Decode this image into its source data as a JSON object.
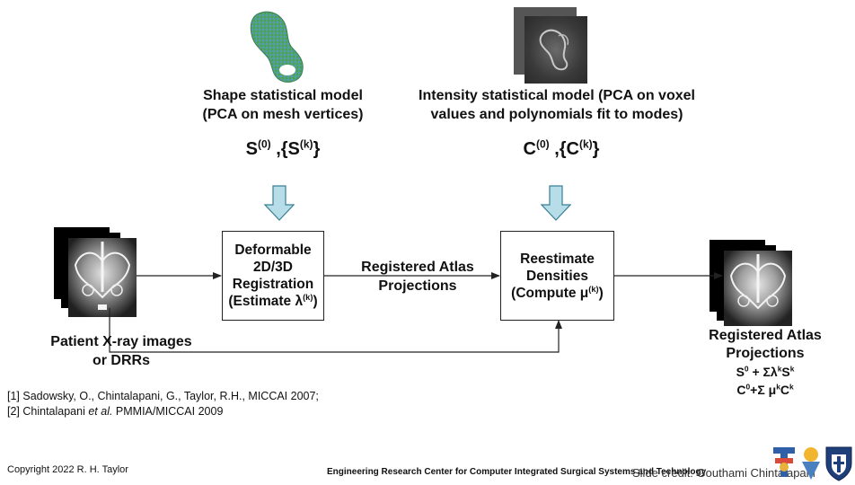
{
  "shape_model": {
    "title_line1": "Shape statistical model",
    "title_line2": "(PCA on mesh vertices)",
    "formula_base": "S",
    "formula_sup0": "(0)",
    "formula_mid": " ,{S",
    "formula_supk": "(k)",
    "formula_end": "}"
  },
  "intensity_model": {
    "title_line1": "Intensity statistical model (PCA on voxel",
    "title_line2": "values and polynomials fit to modes)",
    "formula_base": "C",
    "formula_sup0": "(0)",
    "formula_mid": " ,{C",
    "formula_supk": "(k)",
    "formula_end": "}"
  },
  "registration_box": {
    "line1": "Deformable",
    "line2": "2D/3D",
    "line3": "Registration",
    "line4_pre": "(Estimate λ",
    "line4_sup": "(k)",
    "line4_post": ")"
  },
  "middle_label": {
    "line1": "Registered Atlas",
    "line2": "Projections"
  },
  "reestimate_box": {
    "line1": "Reestimate",
    "line2": "Densities",
    "line3_pre": "(Compute μ",
    "line3_sup": "(k)",
    "line3_post": ")"
  },
  "left_label": {
    "line1": "Patient X-ray images",
    "line2": "or DRRs"
  },
  "right_label": {
    "line1": "Registered Atlas",
    "line2": "Projections",
    "line3_a": "S",
    "line3_sup1": "0",
    "line3_b": "  + Σλ",
    "line3_sup2": "k",
    "line3_c": "S",
    "line3_sup3": "k",
    "line4_a": "C",
    "line4_sup1": "0",
    "line4_b": "+Σ μ",
    "line4_sup2": "k",
    "line4_c": "C",
    "line4_sup3": "k"
  },
  "references": {
    "ref1": "[1] Sadowsky, O., Chintalapani, G., Taylor, R.H., MICCAI 2007;",
    "ref2_pre": "[2] Chintalapani ",
    "ref2_italic": "et al.",
    "ref2_post": " PMMIA/MICCAI 2009"
  },
  "footer": {
    "copyright": "Copyright 2022 R. H. Taylor",
    "center": "Engineering Research Center for Computer Integrated Surgical Systems and Technology",
    "credit": "Slide credit: Gouthami Chintalapani"
  },
  "colors": {
    "arrow_fill": "#b7dde8",
    "arrow_stroke": "#3a7f94",
    "mesh_green": "#4aa86a",
    "mesh_blue": "#5a8fd0"
  }
}
